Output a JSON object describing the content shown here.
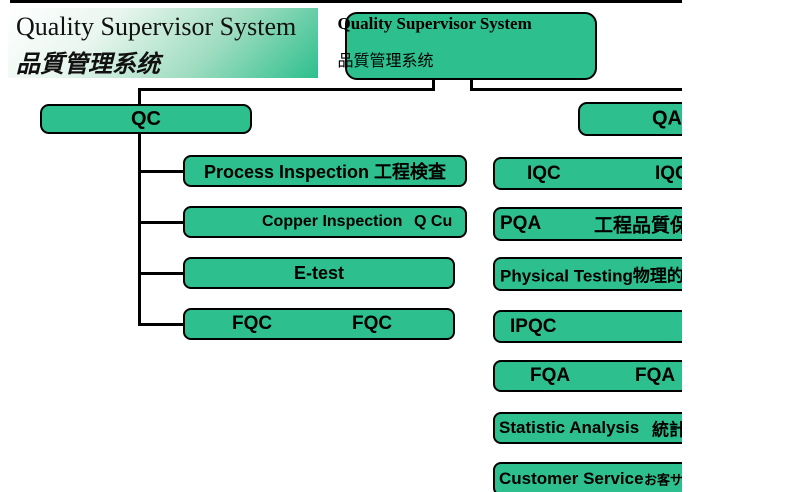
{
  "colors": {
    "node_fill": "#2dbf8e",
    "node_border": "#000000",
    "banner_gradient_start": "#ffffff",
    "banner_gradient_end": "#2dbf8d"
  },
  "banner": {
    "title": "Quality Supervisor System",
    "subtitle": "品質管理系统"
  },
  "root": {
    "title": "Quality Supervisor System",
    "subtitle": "品質管理系统"
  },
  "qc_branch": {
    "label": "QC",
    "children": [
      {
        "text": "Process Inspection 工程検査"
      },
      {
        "left": "Copper Inspection",
        "right": "Q Cu"
      },
      {
        "text": "E-test"
      },
      {
        "left": "FQC",
        "right": "FQC"
      }
    ]
  },
  "qa_branch": {
    "label": "QA",
    "children": [
      {
        "left": "IQC",
        "right": "IQC"
      },
      {
        "left": "PQA",
        "right": "工程品質保"
      },
      {
        "text": "Physical Testing物理的試"
      },
      {
        "text": "IPQC"
      },
      {
        "left": "FQA",
        "right": "FQA"
      },
      {
        "left": "Statistic Analysis",
        "right": "統計"
      },
      {
        "left": "Customer Service",
        "right": "お客サ"
      }
    ]
  }
}
